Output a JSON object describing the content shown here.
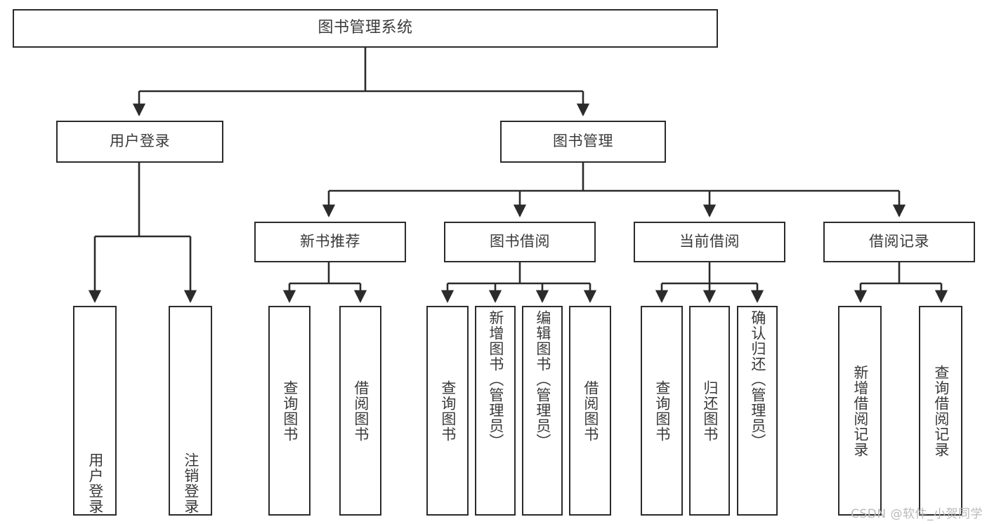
{
  "diagram": {
    "title": "图书管理系统",
    "type": "tree-hierarchy",
    "watermark": "CSDN @软件_小贺同学",
    "colors": {
      "border": "#2b2b2b",
      "text": "#3a3a3a",
      "background": "#ffffff",
      "connector": "#2b2b2b",
      "watermark": "#b9b9b9"
    }
  },
  "nodes": {
    "root": {
      "label": "图书管理系统"
    },
    "level1": [
      {
        "id": "user-login",
        "label": "用户登录"
      },
      {
        "id": "book-manage",
        "label": "图书管理"
      }
    ],
    "level2": [
      {
        "id": "new-book-rec",
        "label": "新书推荐"
      },
      {
        "id": "book-borrow",
        "label": "图书借阅"
      },
      {
        "id": "current-borrow",
        "label": "当前借阅"
      },
      {
        "id": "borrow-record",
        "label": "借阅记录"
      }
    ],
    "leaves": [
      {
        "id": "leaf-user-login",
        "label": "用户登录",
        "parent": "user-login"
      },
      {
        "id": "leaf-user-logout",
        "label": "注销登录",
        "parent": "user-login"
      },
      {
        "id": "leaf-query-book-1",
        "label": "查询图书",
        "parent": "new-book-rec"
      },
      {
        "id": "leaf-borrow-book-1",
        "label": "借阅图书",
        "parent": "new-book-rec"
      },
      {
        "id": "leaf-query-book-2",
        "label": "查询图书",
        "parent": "book-borrow"
      },
      {
        "id": "leaf-add-book",
        "label": "新增图书（管理员）",
        "parent": "book-borrow"
      },
      {
        "id": "leaf-edit-book",
        "label": "编辑图书（管理员）",
        "parent": "book-borrow"
      },
      {
        "id": "leaf-borrow-book-2",
        "label": "借阅图书",
        "parent": "book-borrow"
      },
      {
        "id": "leaf-query-book-3",
        "label": "查询图书",
        "parent": "current-borrow"
      },
      {
        "id": "leaf-return-book",
        "label": "归还图书",
        "parent": "current-borrow"
      },
      {
        "id": "leaf-confirm-return",
        "label": "确认归还（管理员）",
        "parent": "current-borrow"
      },
      {
        "id": "leaf-add-record",
        "label": "新增借阅记录",
        "parent": "borrow-record"
      },
      {
        "id": "leaf-query-record",
        "label": "查询借阅记录",
        "parent": "borrow-record"
      }
    ]
  }
}
